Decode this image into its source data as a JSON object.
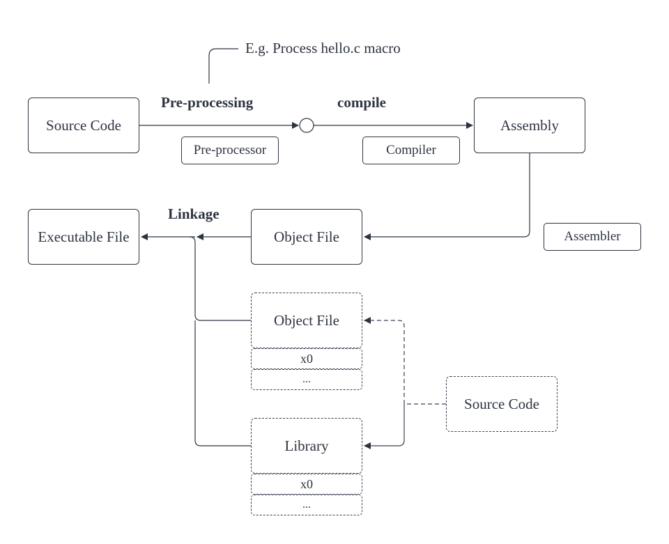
{
  "colors": {
    "stroke": "#2d3340",
    "background": "#ffffff"
  },
  "stages": {
    "source_code": "Source Code",
    "assembly": "Assembly",
    "object_file": "Object File",
    "executable_file": "Executable File"
  },
  "tools": {
    "preprocessor": "Pre-processor",
    "compiler": "Compiler",
    "assembler": "Assembler"
  },
  "steps": {
    "preprocessing": "Pre-processing",
    "compile": "compile",
    "linkage": "Linkage"
  },
  "annotation": "E.g. Process hello.c macro",
  "link_inputs": {
    "object_file": {
      "title": "Object File",
      "rows": [
        "x0",
        "..."
      ]
    },
    "library": {
      "title": "Library",
      "rows": [
        "x0",
        "..."
      ]
    },
    "source_code": "Source Code"
  }
}
